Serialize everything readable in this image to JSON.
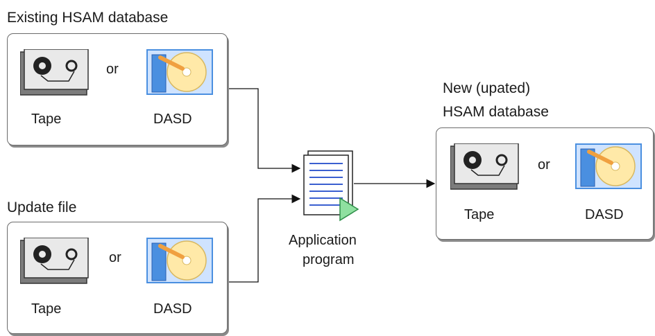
{
  "groups": {
    "existing": {
      "title": "Existing HSAM database",
      "tape": "Tape",
      "or": "or",
      "dasd": "DASD"
    },
    "update": {
      "title": "Update file",
      "tape": "Tape",
      "or": "or",
      "dasd": "DASD"
    },
    "new": {
      "title_line1": "New (upated)",
      "title_line2": "HSAM database",
      "tape": "Tape",
      "or": "or",
      "dasd": "DASD"
    }
  },
  "program": {
    "line1": "Application",
    "line2": "program"
  },
  "icons": {
    "tape": "tape-drive-icon",
    "dasd": "dasd-disk-icon",
    "program": "application-program-icon"
  },
  "colors": {
    "dasd_blue": "#4a8fe0",
    "disk_yellow": "#ffe9a8",
    "arm_orange": "#f0a040",
    "play_green": "#8fe0a0",
    "doc_lines": "#3a5fd0"
  }
}
